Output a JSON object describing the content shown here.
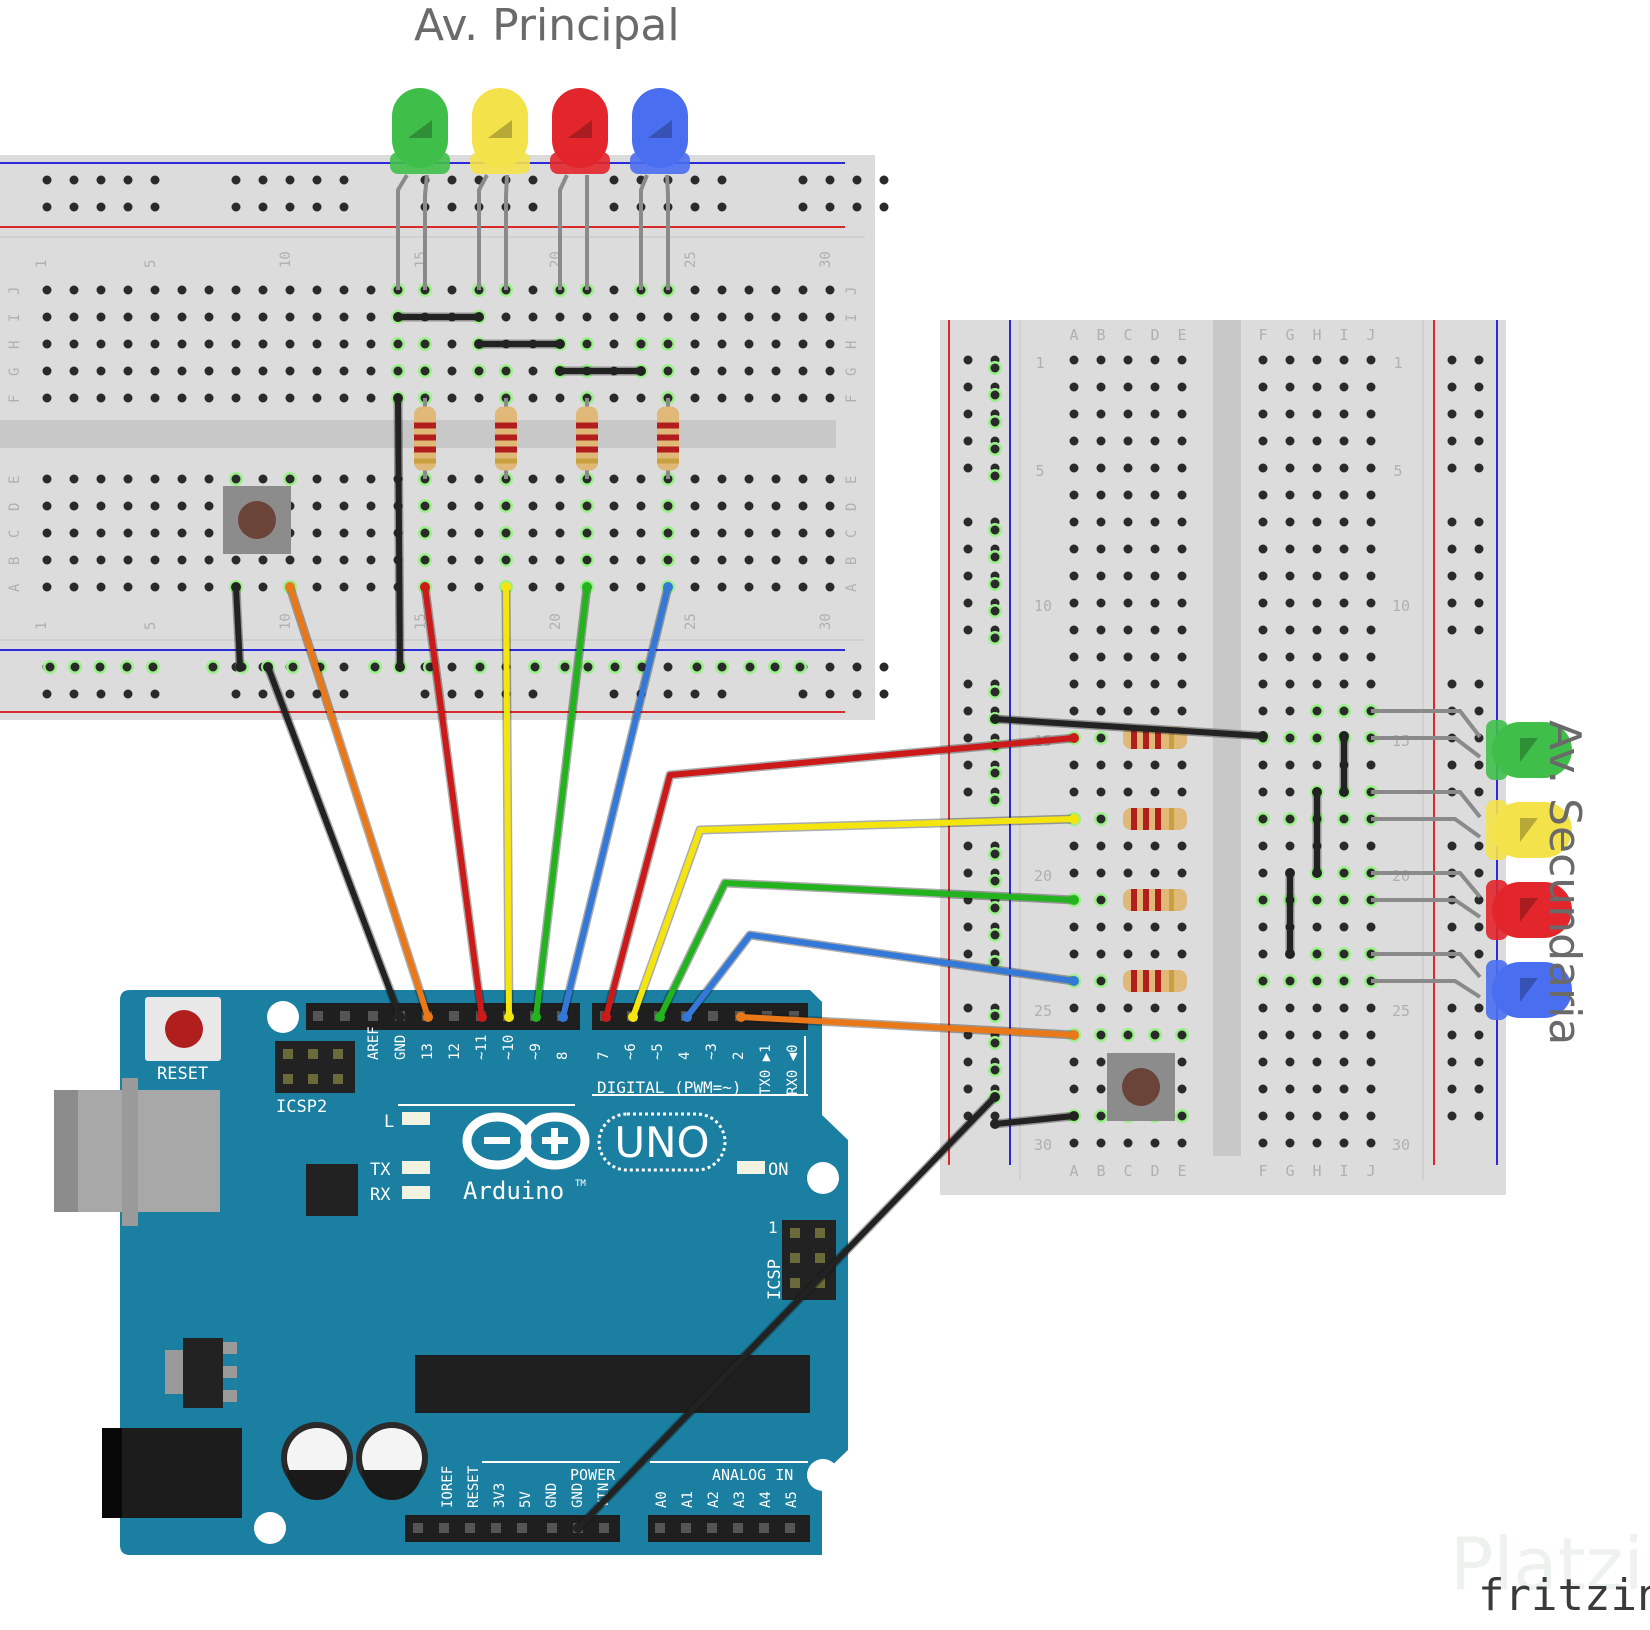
{
  "titles": {
    "main": "Av. Principal",
    "secondary": "Av. Secundaria"
  },
  "board": {
    "reset_label": "RESET",
    "icsp2_label": "ICSP2",
    "icsp_label": "ICSP",
    "icsp_pin1": "1",
    "l_label": "L",
    "tx_label": "TX",
    "rx_label": "RX",
    "on_label": "ON",
    "uno_label": "UNO",
    "brand_label": "Arduino",
    "tm_label": "TM",
    "digital_label": "DIGITAL (PWM=~)",
    "power_label": "POWER",
    "analog_label": "ANALOG IN",
    "digital_pins": [
      "AREF",
      "GND",
      "13",
      "12",
      "~11",
      "~10",
      "~9",
      "8",
      "7",
      "~6",
      "~5",
      "4",
      "~3",
      "2",
      "TX0 ▶1",
      "RX0 ◀0"
    ],
    "power_pins": [
      "IOREF",
      "RESET",
      "3V3",
      "5V",
      "GND",
      "GND",
      "VIN"
    ],
    "analog_pins": [
      "A0",
      "A1",
      "A2",
      "A3",
      "A4",
      "A5"
    ]
  },
  "breadboard_main": {
    "row_letters_top": [
      "J",
      "I",
      "H",
      "G",
      "F"
    ],
    "row_letters_bottom": [
      "E",
      "D",
      "C",
      "B",
      "A"
    ],
    "col_numbers": [
      "1",
      "5",
      "10",
      "15",
      "20",
      "25",
      "30"
    ]
  },
  "breadboard_secondary": {
    "col_letters": [
      "A",
      "B",
      "C",
      "D",
      "E",
      "F",
      "G",
      "H",
      "I",
      "J"
    ],
    "row_numbers": [
      "1",
      "5",
      "10",
      "15",
      "20",
      "25",
      "30"
    ]
  },
  "leds_main": [
    "green",
    "yellow",
    "red",
    "blue"
  ],
  "leds_secondary": [
    "green",
    "yellow",
    "red",
    "blue"
  ],
  "colors": {
    "green": "#3fbf4a",
    "yellow": "#f4e24a",
    "red": "#e2262b",
    "blue": "#4a6ef0",
    "board": "#1a7fa0",
    "breadboard": "#d9d9d9",
    "wire_black": "#222222",
    "wire_orange": "#e87818",
    "wire_red": "#cc1a1a",
    "wire_yellow": "#f5e50e",
    "wire_green": "#22b31e",
    "wire_blue": "#3478d8"
  },
  "watermark": {
    "platzi": "Platzi",
    "fritzing": "fritzing"
  }
}
